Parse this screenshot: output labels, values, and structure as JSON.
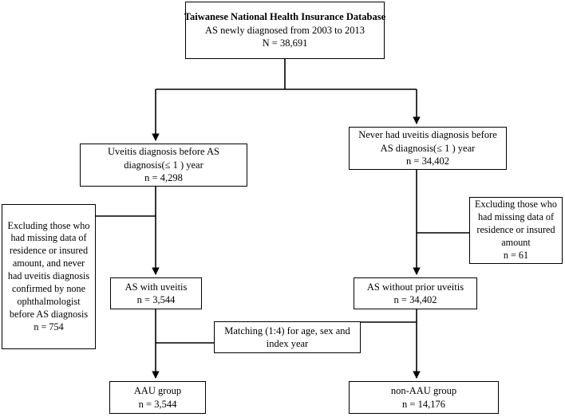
{
  "diagram": {
    "type": "flowchart",
    "orientation": "top-down",
    "style": {
      "box_border_color": "#000000",
      "box_fill_color": "#ffffff",
      "connector_color": "#000000",
      "text_color": "#000000",
      "background": "#ffffff"
    },
    "nodes": {
      "root": {
        "title": "Taiwanese National Health Insurance Database",
        "line2": "AS newly diagnosed from 2003 to 2013",
        "count": "N = 38,691"
      },
      "left_diagnosis": {
        "line1": "Uveitis diagnosis before AS",
        "line2": "diagnosis(≤ 1 ) year",
        "count": "n = 4,298"
      },
      "right_diagnosis": {
        "line1": "Never had uveitis diagnosis before",
        "line2": "AS diagnosis(≤ 1 ) year",
        "count": "n = 34,402"
      },
      "left_exclusion": {
        "text": "Excluding those who had missing data of residence or insured amount, and never had uveitis diagnosis confirmed by none ophthalmologist before AS diagnosis",
        "count": "n = 754"
      },
      "right_exclusion": {
        "text": "Excluding those who had missing data of residence or insured amount",
        "count": "n = 61"
      },
      "left_cohort": {
        "label": "AS with uveitis",
        "count": "n = 3,544"
      },
      "right_cohort": {
        "label": "AS without prior uveitis",
        "count": "n = 34,402"
      },
      "matching": {
        "line1": "Matching (1:4) for age, sex and",
        "line2": "index year"
      },
      "left_final": {
        "label": "AAU group",
        "count": "n = 3,544"
      },
      "right_final": {
        "label": "non-AAU group",
        "count": "n = 14,176"
      }
    },
    "edges": [
      {
        "from": "root",
        "to": "left_diagnosis",
        "arrow": true
      },
      {
        "from": "root",
        "to": "right_diagnosis",
        "arrow": true
      },
      {
        "from": "left_diagnosis",
        "to": "left_cohort",
        "arrow": true
      },
      {
        "from": "left_exclusion",
        "to": "left_branch_trunk",
        "arrow": false
      },
      {
        "from": "right_diagnosis",
        "to": "right_cohort",
        "arrow": true
      },
      {
        "from": "right_exclusion",
        "to": "right_branch_trunk",
        "arrow": false
      },
      {
        "from": "left_cohort",
        "to": "left_final",
        "arrow": true
      },
      {
        "from": "right_cohort",
        "to": "right_final",
        "arrow": true
      },
      {
        "from": "matching",
        "to": "left_branch_trunk",
        "arrow": false
      },
      {
        "from": "matching",
        "to": "right_branch_trunk",
        "arrow": false
      }
    ]
  }
}
